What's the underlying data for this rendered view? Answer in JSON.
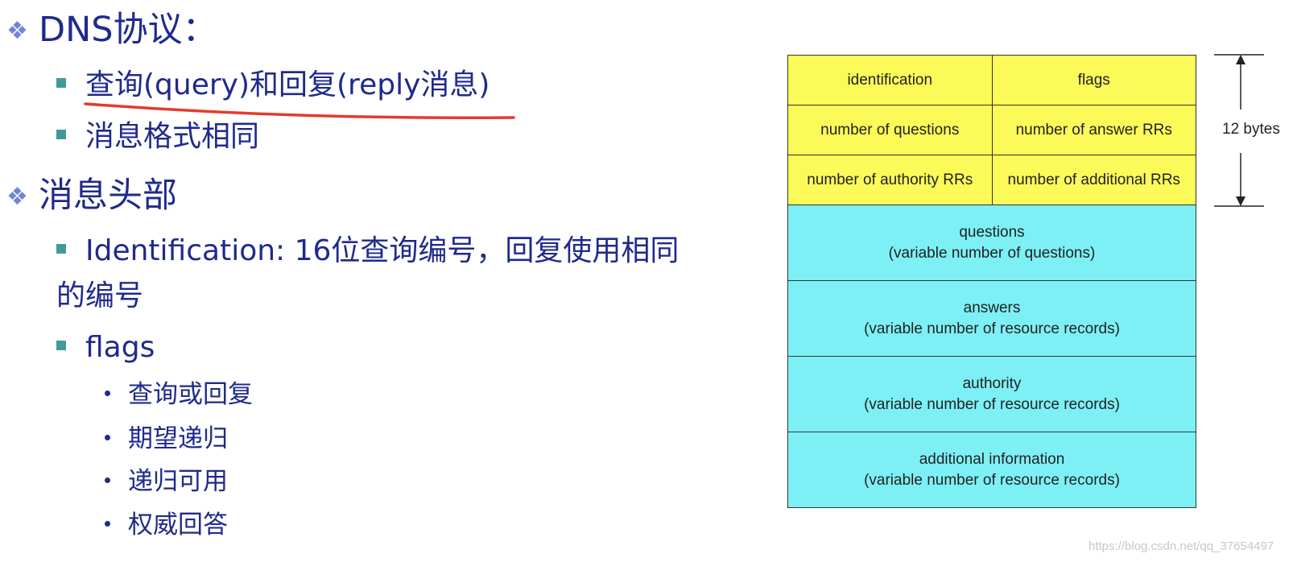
{
  "outline": {
    "heading1": "DNS协议：",
    "heading1_items": [
      "查询(query)和回复(reply消息)",
      "消息格式相同"
    ],
    "heading2": "消息头部",
    "identification_text": "Identification: 16位查询编号，回复使用相同的编号",
    "flags_label": "flags",
    "flags_items": [
      "查询或回复",
      "期望递归",
      "递归可用",
      "权威回答"
    ]
  },
  "table": {
    "header_rows": [
      [
        "identification",
        "flags"
      ],
      [
        "number of questions",
        "number of answer RRs"
      ],
      [
        "number of authority RRs",
        "number of additional RRs"
      ]
    ],
    "body_rows": [
      {
        "title": "questions",
        "detail": "(variable number of questions)"
      },
      {
        "title": "answers",
        "detail": "(variable number of resource records)"
      },
      {
        "title": "authority",
        "detail": "(variable number of resource  records)"
      },
      {
        "title": "additional information",
        "detail": "(variable number of resource records)"
      }
    ]
  },
  "header_size_label": "12 bytes",
  "watermark": "https://blog.csdn.net/qq_37654497",
  "colors": {
    "text": "#1f2a8c",
    "header_fill": "#fbfa58",
    "body_fill": "#7df0f5",
    "annotation_underline": "#e33b2e",
    "diamond_bullet": "#6f86d8",
    "square_bullet": "#3f9b9b"
  }
}
